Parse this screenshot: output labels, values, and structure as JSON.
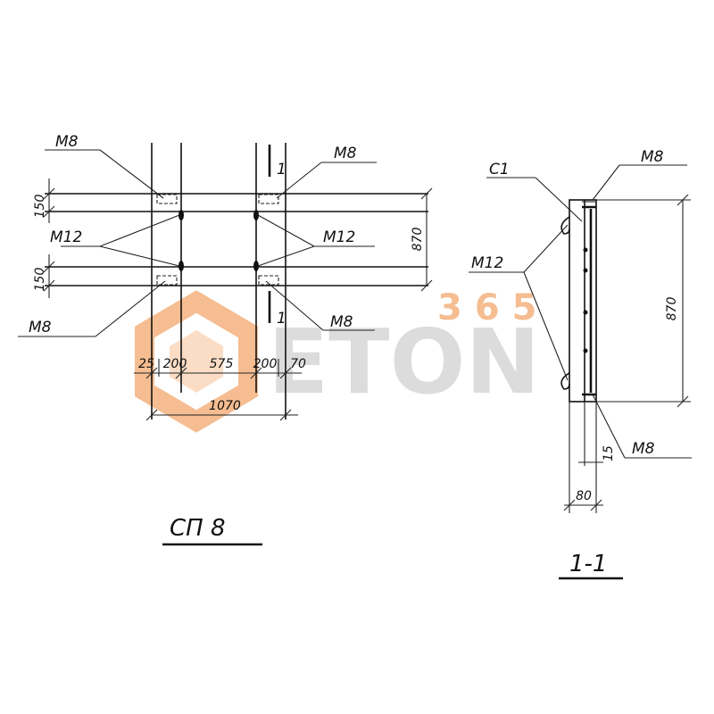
{
  "labels": {
    "top_left_cut": "M8",
    "top_right": "M8",
    "left_m12": "M12",
    "right_m12": "M12",
    "bottom_left": "M8",
    "bottom_right": "M8",
    "section_top": "M8",
    "section_c1": "C1",
    "section_m12": "M12",
    "section_bottom": "M8",
    "cut_mark_top": "1",
    "cut_mark_bottom": "1"
  },
  "dimensions": {
    "left_top": "150",
    "left_bottom": "150",
    "height_plan": "870",
    "height_section": "870",
    "seg_25": "25",
    "seg_200_a": "200",
    "seg_575": "575",
    "seg_200_b": "200",
    "seg_70": "70",
    "total_width": "1070",
    "section_15": "15",
    "section_80": "80"
  },
  "titles": {
    "plan": "СП 8",
    "section": "1-1"
  },
  "watermark": {
    "brand": "ETON",
    "number": "365",
    "colors": {
      "orange": "#f4b27e",
      "grey": "#d6d6d6"
    }
  }
}
